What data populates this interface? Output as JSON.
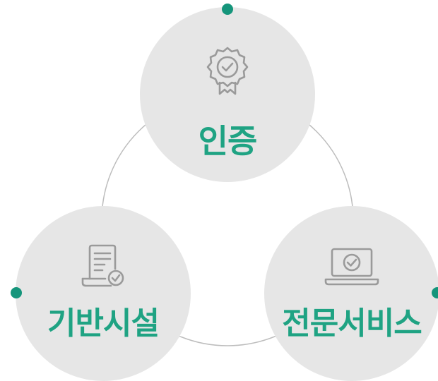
{
  "diagram": {
    "nodes": [
      {
        "id": "cert",
        "label": "인증",
        "icon": "award-badge-icon"
      },
      {
        "id": "infra",
        "label": "기반시설",
        "icon": "document-check-icon"
      },
      {
        "id": "service",
        "label": "전문서비스",
        "icon": "laptop-check-icon"
      }
    ],
    "colors": {
      "accent": "#1fa383",
      "dot": "#15957b",
      "node_fill": "#e6e6e6",
      "ring": "#bdbdbd",
      "icon_stroke": "#9a9a9a"
    }
  }
}
